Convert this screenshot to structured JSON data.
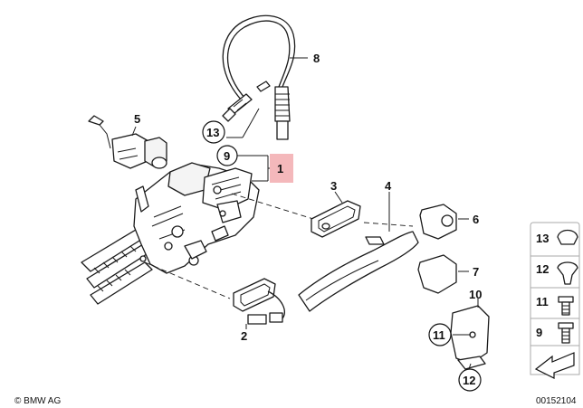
{
  "callouts": [
    {
      "id": "c1",
      "label": "1",
      "style": "highlight"
    },
    {
      "id": "c2",
      "label": "2",
      "style": "plain"
    },
    {
      "id": "c3",
      "label": "3",
      "style": "plain"
    },
    {
      "id": "c4",
      "label": "4",
      "style": "plain"
    },
    {
      "id": "c5",
      "label": "5",
      "style": "plain"
    },
    {
      "id": "c6",
      "label": "6",
      "style": "plain"
    },
    {
      "id": "c7",
      "label": "7",
      "style": "plain"
    },
    {
      "id": "c8",
      "label": "8",
      "style": "plain"
    },
    {
      "id": "c9",
      "label": "9",
      "style": "circle"
    },
    {
      "id": "c10",
      "label": "10",
      "style": "plain"
    },
    {
      "id": "c11",
      "label": "11",
      "style": "circle"
    },
    {
      "id": "c12",
      "label": "12",
      "style": "circle"
    },
    {
      "id": "c13",
      "label": "13",
      "style": "circle"
    }
  ],
  "legend": {
    "items": [
      "13",
      "12",
      "11",
      "9"
    ]
  },
  "copyright": "© BMW AG",
  "diagram_id": "00152104",
  "colors": {
    "highlight": "#f4b8bb",
    "line": "#1a1a1a"
  }
}
